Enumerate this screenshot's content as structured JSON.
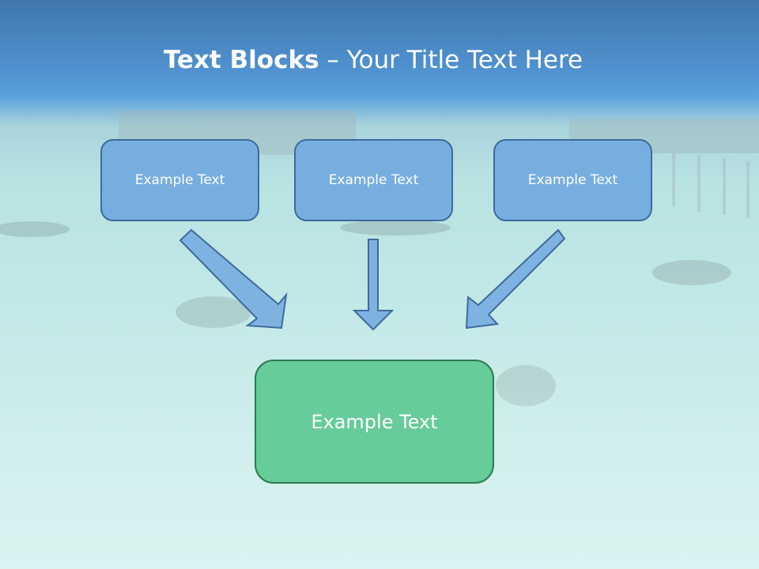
{
  "title": {
    "bold": "Text Blocks",
    "rest": " – Your Title Text Here"
  },
  "boxes": {
    "top": [
      "Example Text",
      "Example Text",
      "Example Text"
    ],
    "bottom": "Example Text"
  },
  "colors": {
    "box_fill": "#77aee0",
    "box_border": "#3e6a9c",
    "target_fill": "#66cc99",
    "target_border": "#2f7a52",
    "arrow_fill": "#7eb2e0",
    "arrow_stroke": "#3e6a9c"
  }
}
